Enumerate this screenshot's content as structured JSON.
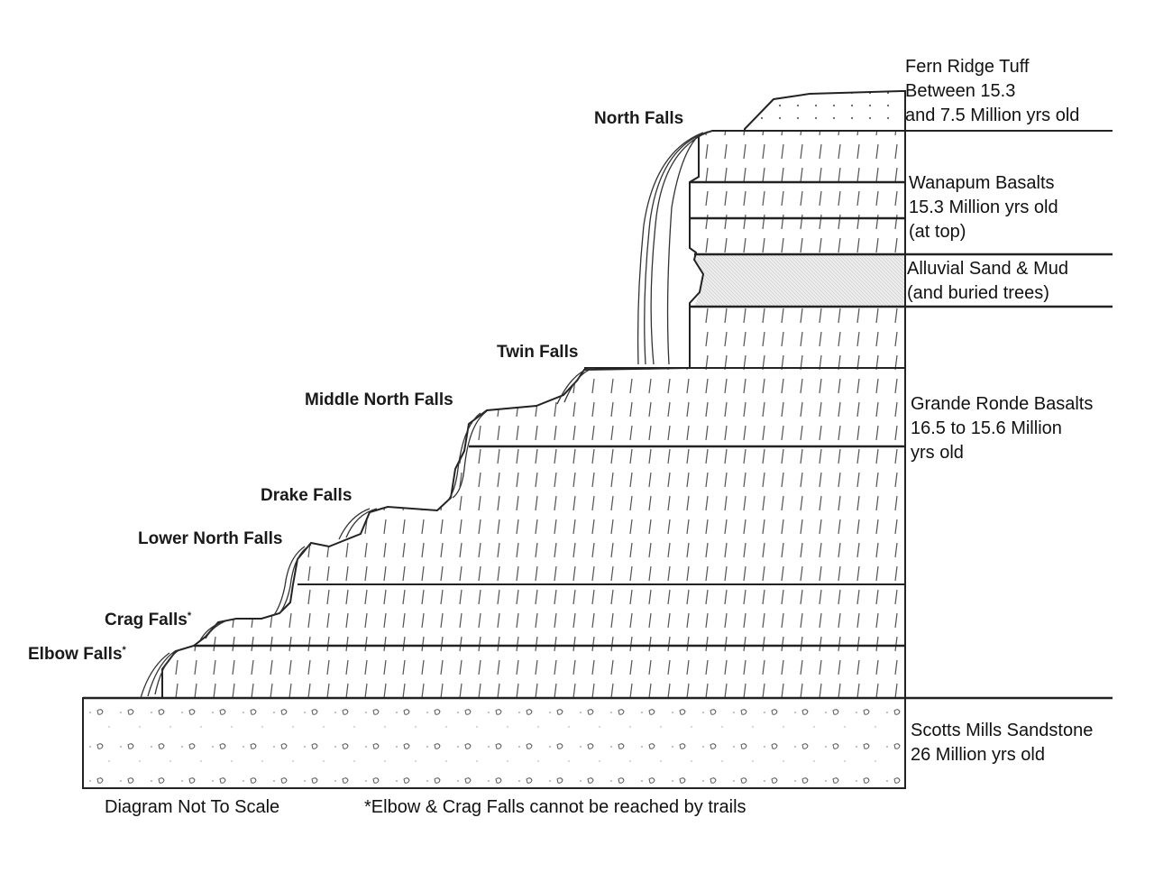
{
  "falls": [
    {
      "id": "north",
      "name": "North Falls"
    },
    {
      "id": "twin",
      "name": "Twin Falls"
    },
    {
      "id": "middle-north",
      "name": "Middle North Falls"
    },
    {
      "id": "drake",
      "name": "Drake Falls"
    },
    {
      "id": "lower-north",
      "name": "Lower North Falls"
    },
    {
      "id": "crag",
      "name": "Crag Falls",
      "mark": "*"
    },
    {
      "id": "elbow",
      "name": "Elbow Falls",
      "mark": "*"
    }
  ],
  "layers": [
    {
      "id": "fern-ridge",
      "lines": [
        "Fern Ridge Tuff",
        "Between 15.3",
        "and 7.5 Million yrs old"
      ]
    },
    {
      "id": "wanapum",
      "lines": [
        "Wanapum Basalts",
        "15.3 Million yrs old",
        "(at top)"
      ]
    },
    {
      "id": "alluvial",
      "lines": [
        "Alluvial Sand & Mud",
        "(and buried trees)"
      ]
    },
    {
      "id": "grande-ronde",
      "lines": [
        "Grande Ronde Basalts",
        "16.5 to 15.6 Million",
        "yrs old"
      ]
    },
    {
      "id": "scotts-mills",
      "lines": [
        "Scotts Mills Sandstone",
        "26 Million yrs old"
      ]
    }
  ],
  "footer": {
    "scale_note": "Diagram Not To Scale",
    "trail_note": "*Elbow & Crag Falls cannot be reached by trails"
  },
  "colors": {
    "ink": "#222222",
    "background": "#ffffff",
    "alluvial_fill": "#e4e4e4"
  }
}
